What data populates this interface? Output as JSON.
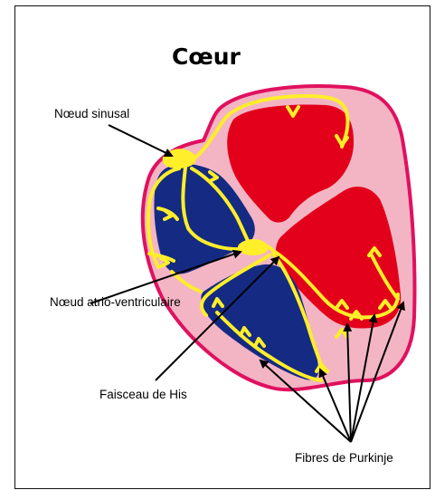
{
  "diagram": {
    "title": "Cœur",
    "labels": {
      "sinus_node": "Nœud sinusal",
      "av_node": "Nœud atrio-ventriculaire",
      "bundle_of_his": "Faisceau de His",
      "purkinje_fibers": "Fibres de Purkinje"
    },
    "colors": {
      "outline": "#e0115f",
      "pericardium": "#f3b5c4",
      "right_chambers": "#152a82",
      "left_chambers": "#e3001b",
      "conduction_pathway": "#ffee2a",
      "label_arrows": "#000000"
    }
  }
}
